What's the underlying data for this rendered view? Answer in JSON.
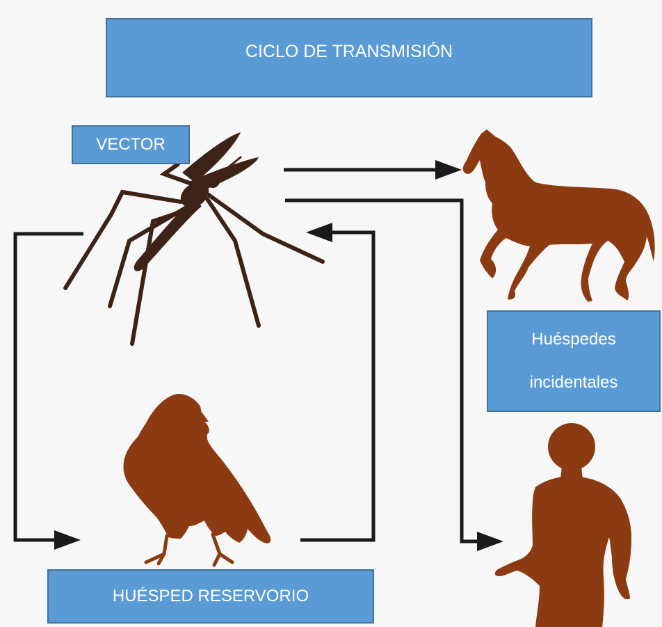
{
  "diagram": {
    "title": "CICLO DE TRANSMISIÓN",
    "vector_label": "VECTOR",
    "incidental_label_line1": "Huéspedes",
    "incidental_label_line2": "incidentales",
    "reservoir_label": "HUÉSPED RESERVORIO"
  },
  "colors": {
    "box_fill": "#5b9bd5",
    "box_border": "#41719c",
    "mosquito": "#3d2218",
    "animal": "#8b3a12",
    "arrow": "#1a1a1a"
  }
}
